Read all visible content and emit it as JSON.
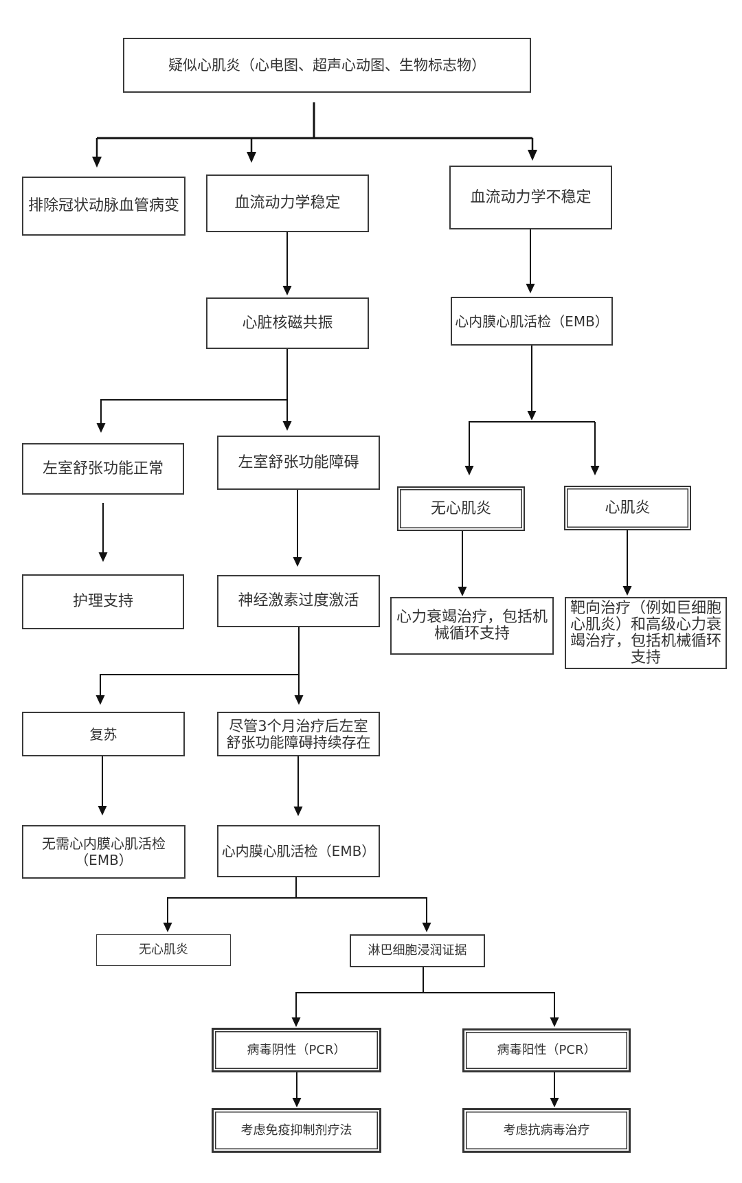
{
  "diagram": {
    "root": "疑似心肌炎（心电图、超声心动图、生物标志物）",
    "level1": {
      "exclude_cad": "排除冠状动脉血管病变",
      "hemodynamically_stable": "血流动力学稳定",
      "hemodynamically_unstable": "血流动力学不稳定"
    },
    "stable_branch": {
      "cardiac_mri": "心脏核磁共振",
      "lv_diastolic_normal": "左室舒张功能正常",
      "supportive_care": "护理支持",
      "lv_diastolic_dysfunction": "左室舒张功能障碍",
      "neurohormonal_overactivation": "神经激素过度激活",
      "recovery": "复苏",
      "persistent_dysfunction": "尽管3个月治疗后左室舒张功能障碍持续存在",
      "no_emb_needed": "无需心内膜心肌活检（EMB）",
      "emb": "心内膜心肌活检（EMB）",
      "no_myocarditis": "无心肌炎",
      "lymphocytic_infiltration": "淋巴细胞浸润证据",
      "virus_negative": "病毒阴性（PCR）",
      "virus_positive": "病毒阳性（PCR）",
      "immunosuppressive_therapy": "考虑免疫抑制剂疗法",
      "antiviral_therapy": "考虑抗病毒治疗"
    },
    "unstable_branch": {
      "emb": "心内膜心肌活检（EMB）",
      "no_myocarditis": "无心肌炎",
      "myocarditis": "心肌炎",
      "heart_failure_treatment": "心力衰竭治疗，包括机械循环支持",
      "targeted_treatment": "靶向治疗（例如巨细胞心肌炎）和高级心力衰竭治疗，包括机械循环支持"
    }
  },
  "colors": {
    "line": "#111111",
    "border": "#333333",
    "text": "#333333",
    "background": "#ffffff"
  }
}
